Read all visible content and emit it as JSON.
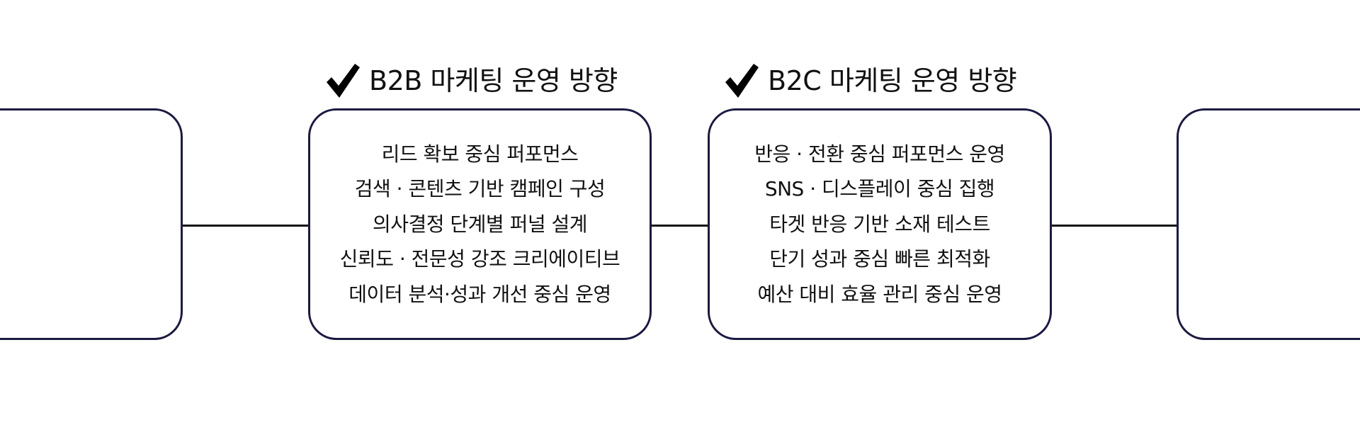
{
  "colors": {
    "card_border": "#1a1a40",
    "text": "#111111",
    "connector": "#111111",
    "background": "#ffffff"
  },
  "cards": [
    {
      "heading": "",
      "lines": []
    },
    {
      "heading": "B2B 마케팅 운영 방향",
      "icon": "checkmark-icon",
      "lines": [
        "리드 확보 중심 퍼포먼스",
        "검색 · 콘텐츠 기반 캠페인 구성",
        "의사결정 단계별 퍼널 설계",
        "신뢰도 · 전문성 강조 크리에이티브",
        "데이터 분석·성과 개선 중심 운영"
      ]
    },
    {
      "heading": "B2C 마케팅 운영 방향",
      "icon": "checkmark-icon",
      "lines": [
        "반응 · 전환 중심 퍼포먼스 운영",
        "SNS · 디스플레이 중심 집행",
        "타겟 반응 기반 소재 테스트",
        "단기 성과 중심 빠른 최적화",
        "예산 대비 효율 관리 중심 운영"
      ]
    },
    {
      "heading": "",
      "lines": []
    }
  ]
}
